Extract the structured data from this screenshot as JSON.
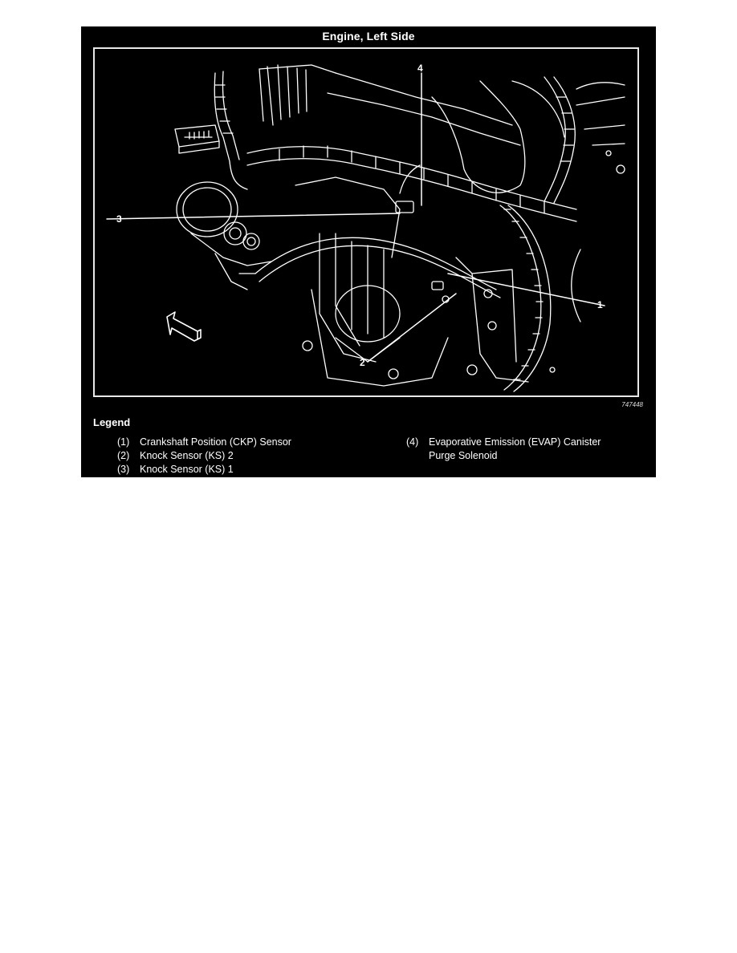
{
  "figure": {
    "title": "Engine, Left Side",
    "figure_id": "747448",
    "callouts": [
      {
        "num": "1",
        "label": "Crankshaft Position (CKP) Sensor"
      },
      {
        "num": "2",
        "label": "Knock Sensor (KS) 2"
      },
      {
        "num": "3",
        "label": "Knock Sensor (KS) 1"
      },
      {
        "num": "4",
        "label": "Evaporative Emission (EVAP) Canister Purge Solenoid"
      }
    ],
    "direction_arrow": "arrow-up-left-icon"
  },
  "legend": {
    "title": "Legend",
    "left_items": [
      {
        "num": "(1)",
        "text": "Crankshaft Position (CKP) Sensor"
      },
      {
        "num": "(2)",
        "text": "Knock Sensor (KS) 2"
      },
      {
        "num": "(3)",
        "text": "Knock Sensor (KS) 1"
      }
    ],
    "right_items": [
      {
        "num": "(4)",
        "text": "Evaporative Emission (EVAP) Canister\nPurge Solenoid"
      }
    ]
  },
  "colors": {
    "panel_background": "#000000",
    "line_art": "#ffffff",
    "page_background": "#ffffff"
  }
}
